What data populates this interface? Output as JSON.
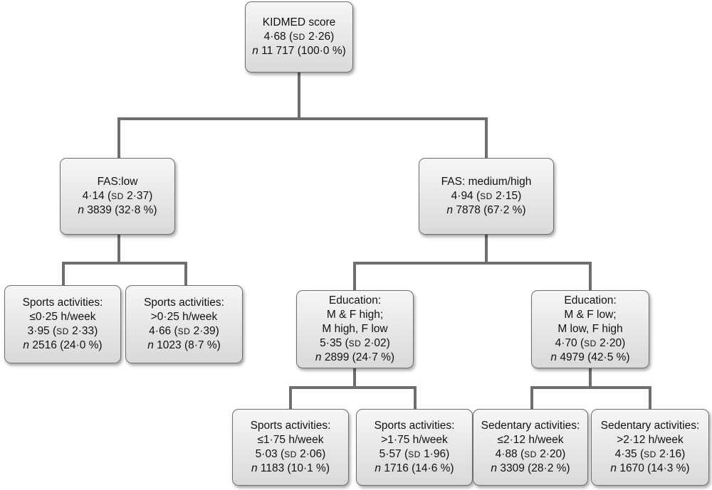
{
  "nodes": {
    "root": {
      "label": "KIDMED score",
      "mean": "4·68",
      "sd_label": "SD",
      "sd": "2·26",
      "n_label": "n",
      "n": "11 717",
      "pct": "100·0 %"
    },
    "fas_low": {
      "label": "FAS:low",
      "mean": "4·14",
      "sd_label": "SD",
      "sd": "2·37",
      "n_label": "n",
      "n": "3839",
      "pct": "32·8 %"
    },
    "fas_medhigh": {
      "label": "FAS: medium/high",
      "mean": "4·94",
      "sd_label": "SD",
      "sd": "2·15",
      "n_label": "n",
      "n": "7878",
      "pct": "67·2 %"
    },
    "sports_low_a": {
      "label1": "Sports activities:",
      "label2": "≤0·25 h/week",
      "mean": "3·95",
      "sd_label": "SD",
      "sd": "2·33",
      "n_label": "n",
      "n": "2516",
      "pct": "24·0 %"
    },
    "sports_low_b": {
      "label1": "Sports activities:",
      "label2": ">0·25 h/week",
      "mean": "4·66",
      "sd_label": "SD",
      "sd": "2·39",
      "n_label": "n",
      "n": "1023",
      "pct": "8·7 %"
    },
    "edu_high": {
      "label1": "Education:",
      "label2": "M & F high;",
      "label3": "M high, F low",
      "mean": "5·35",
      "sd_label": "SD",
      "sd": "2·02",
      "n_label": "n",
      "n": "2899",
      "pct": "24·7 %"
    },
    "edu_low": {
      "label1": "Education:",
      "label2": "M & F low;",
      "label3": "M low, F high",
      "mean": "4·70",
      "sd_label": "SD",
      "sd": "2·20",
      "n_label": "n",
      "n": "4979",
      "pct": "42·5 %"
    },
    "sports_edu_a": {
      "label1": "Sports activities:",
      "label2": "≤1·75 h/week",
      "mean": "5·03",
      "sd_label": "SD",
      "sd": "2·06",
      "n_label": "n",
      "n": "1183",
      "pct": "10·1 %"
    },
    "sports_edu_b": {
      "label1": "Sports activities:",
      "label2": ">1·75 h/week",
      "mean": "5·57",
      "sd_label": "SD",
      "sd": "1·96",
      "n_label": "n",
      "n": "1716",
      "pct": "14·6 %"
    },
    "sed_a": {
      "label1": "Sedentary activities:",
      "label2": "≤2·12 h/week",
      "mean": "4·88",
      "sd_label": "SD",
      "sd": "2·20",
      "n_label": "n",
      "n": "3309",
      "pct": "28·2 %"
    },
    "sed_b": {
      "label1": "Sedentary activities:",
      "label2": ">2·12 h/week",
      "mean": "4·35",
      "sd_label": "SD",
      "sd": "2·16",
      "n_label": "n",
      "n": "1670",
      "pct": "14·3 %"
    }
  },
  "colors": {
    "connector": "#6e6e6e",
    "node_border": "#6e6e6e",
    "node_fill_top": "#f6f6f6",
    "node_fill_bottom": "#d9d9d9"
  }
}
